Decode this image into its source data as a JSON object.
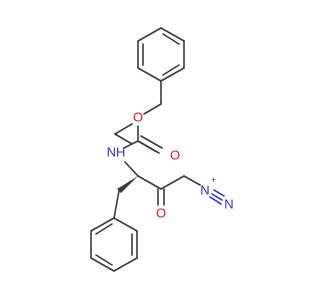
{
  "structure": {
    "atoms": {
      "ester_oxygen": {
        "symbol": "O",
        "color": "#e01b1b"
      },
      "carbonyl_oxygen_carbamate": {
        "symbol": "O",
        "color": "#e01b1b"
      },
      "carbonyl_oxygen_ketone": {
        "symbol": "O",
        "color": "#e01b1b"
      },
      "amide_nitrogen": {
        "symbol": "NH",
        "color": "#2c2ce0"
      },
      "diazo_nitrogen_1": {
        "symbol": "N",
        "charge": "+",
        "color": "#2c2ce0"
      },
      "diazo_nitrogen_2": {
        "symbol": "N",
        "charge": "−",
        "color": "#2c2ce0"
      }
    },
    "bond_color": "#3b3b3b"
  }
}
